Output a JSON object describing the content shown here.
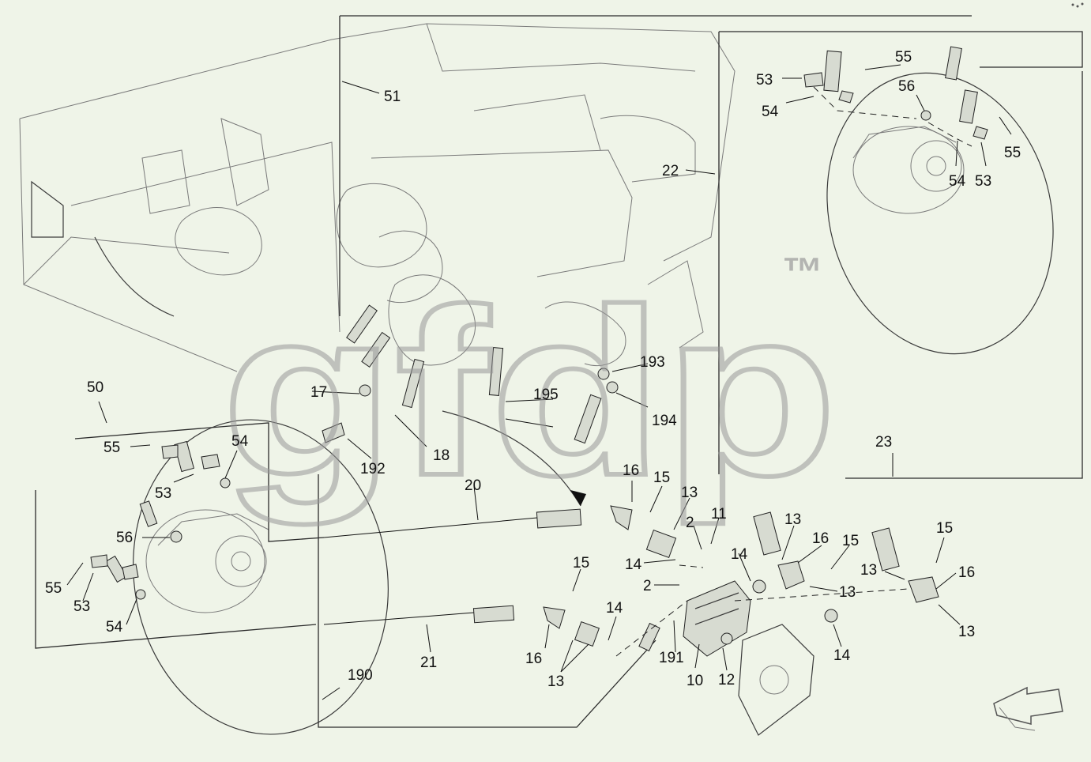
{
  "watermark": {
    "text": "gfdp",
    "trademark": "™"
  },
  "callouts": {
    "c51": "51",
    "c22": "22",
    "c23": "23",
    "c50": "50",
    "c53a": "53",
    "c55a": "55",
    "c54a": "54",
    "c56a": "56",
    "c54b": "54",
    "c53b": "53",
    "c55b": "55",
    "c193": "193",
    "c194": "194",
    "c195": "195",
    "c17": "17",
    "c18": "18",
    "c192": "192",
    "c55c": "55",
    "c54c": "54",
    "c53c": "53",
    "c56b": "56",
    "c55d": "55",
    "c53d": "53",
    "c54d": "54",
    "c20": "20",
    "c21": "21",
    "c190": "190",
    "c16a": "16",
    "c15a": "15",
    "c13a": "13",
    "c2a": "2",
    "c11": "11",
    "c14a": "14",
    "c14b": "14",
    "c2b": "2",
    "c13b": "13",
    "c16b": "16",
    "c15b": "15",
    "c13c": "13",
    "c15c": "15",
    "c13d": "13",
    "c16c": "16",
    "c13e": "13",
    "c15d": "15",
    "c14c": "14",
    "c16d": "16",
    "c13f": "13",
    "c191": "191",
    "c10": "10",
    "c12": "12",
    "c14d": "14"
  }
}
